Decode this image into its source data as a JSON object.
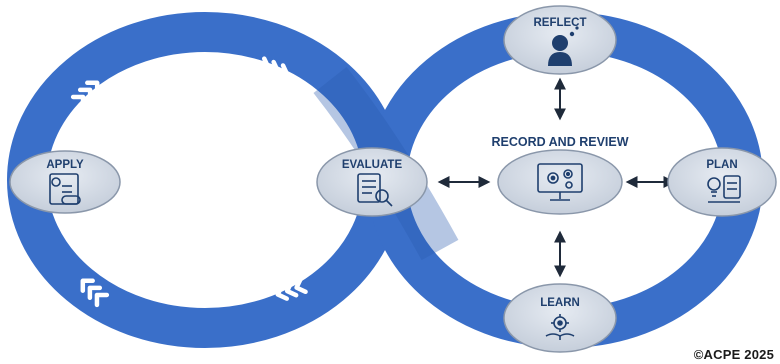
{
  "nodes": {
    "apply": "APPLY",
    "evaluate": "EVALUATE",
    "reflect": "REFLECT",
    "plan": "PLAN",
    "learn": "LEARN"
  },
  "center_title": "RECORD AND REVIEW",
  "copyright": "©ACPE 2025",
  "icons": {
    "apply": "prescription-icon",
    "evaluate": "checklist-magnifier-icon",
    "reflect": "thinking-person-icon",
    "plan": "lightbulb-plan-icon",
    "learn": "gear-book-icon",
    "center": "monitor-gears-icon"
  },
  "colors": {
    "band": "#3a6fc9",
    "band_dark": "#2c5cb0",
    "node_fill": "#d6dde8",
    "node_text": "#1f3f6e",
    "arrow": "#1f2a3a"
  }
}
